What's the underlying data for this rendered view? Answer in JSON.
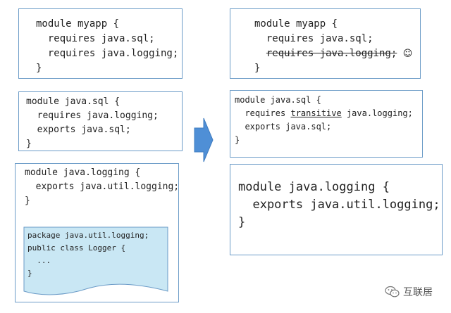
{
  "boxes": {
    "myapp": {
      "lines": [
        "module myapp {",
        "requires java.sql;",
        "requires java.logging;",
        "}"
      ]
    },
    "java_sql": {
      "lines": [
        "module java.sql {",
        "requires java.logging;",
        "exports java.sql;",
        "}"
      ]
    },
    "java_logging": {
      "lines": [
        "module java.logging {",
        "exports java.util.logging;",
        "}"
      ]
    },
    "logger_doc": {
      "lines": [
        "package java.util.logging;",
        "public class Logger {",
        "...",
        "}"
      ]
    },
    "myapp_after": {
      "line1": "module myapp {",
      "line2": "requires java.sql;",
      "line3_struck": "requires java.logging;",
      "smiley": "☺",
      "line4": "}"
    },
    "java_sql_after": {
      "line1": "module java.sql {",
      "requires": "requires",
      "transitive": "transitive",
      "target": "java.logging;",
      "line3": "exports java.sql;",
      "line4": "}"
    },
    "java_logging_after": {
      "lines": [
        "module java.logging {",
        "exports java.util.logging;",
        "}"
      ]
    }
  },
  "watermark": {
    "icon": "wechat-icon",
    "text": "互联居"
  },
  "colors": {
    "border": "#6b9bc7",
    "arrow": "#4f8fd6",
    "doc_fill": "#c9e7f4"
  }
}
